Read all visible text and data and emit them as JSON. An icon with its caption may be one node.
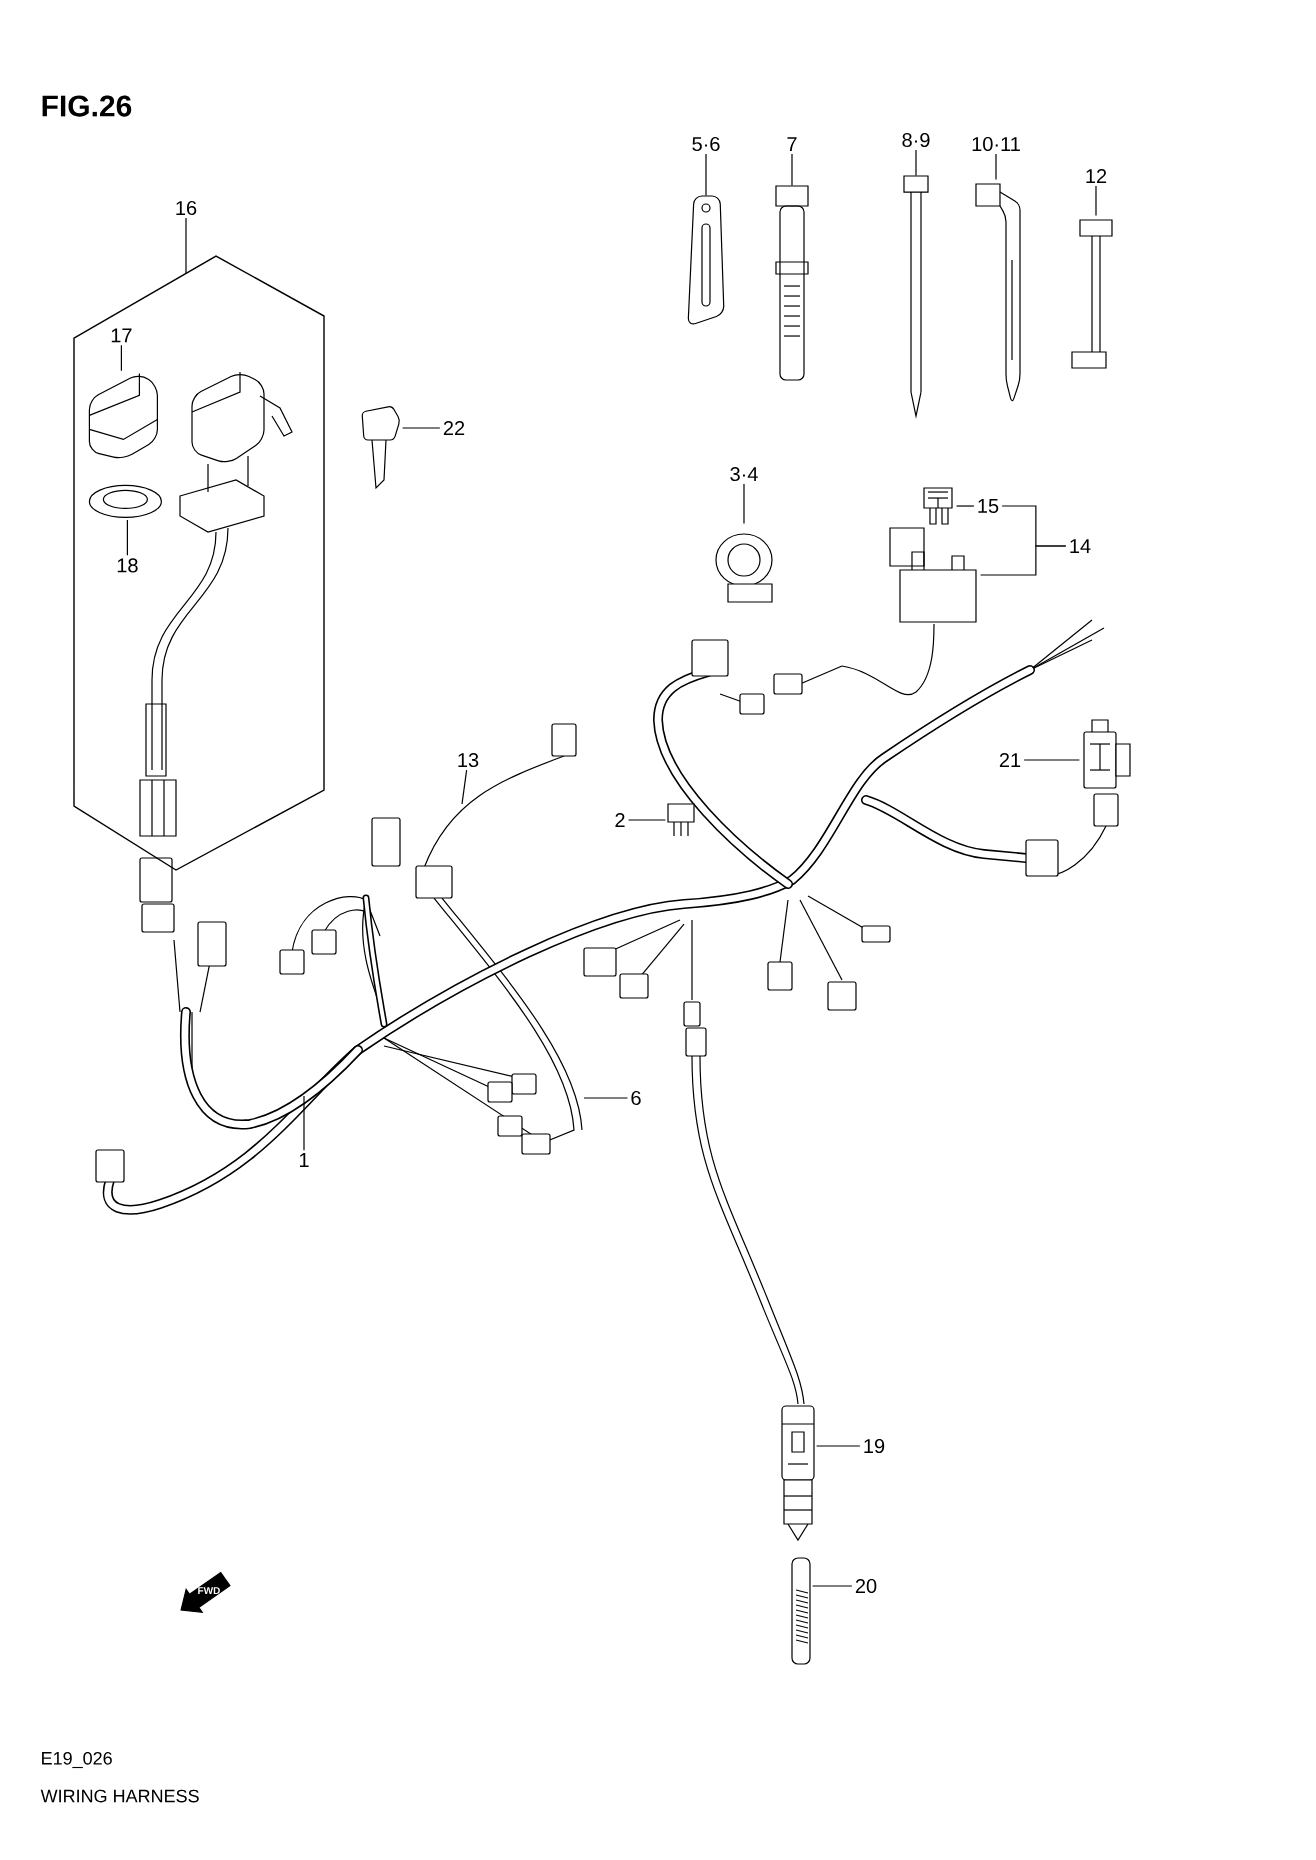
{
  "diagram": {
    "title": "FIG.26",
    "caption": "WIRING HARNESS",
    "nodes": [
      {
        "text": [
          "16"
        ]
      },
      {
        "text": [],
        "shape": "box"
      },
      {
        "text": [
          "17"
        ],
        "in": 1
      },
      {
        "text": [],
        "shape": "picture",
        "in": 1
      },
      {
        "text": [
          "18"
        ],
        "in": 1
      },
      {
        "text": [],
        "shape": "picture",
        "in": 1
      },
      {
        "text": [
          "22"
        ]
      },
      {
        "text": [],
        "shape": "picture"
      },
      {
        "text": [
          "5·6"
        ]
      },
      {
        "text": [],
        "shape": "picture"
      },
      {
        "text": [
          "7"
        ]
      },
      {
        "text": [],
        "shape": "picture"
      },
      {
        "text": [
          "8·9"
        ]
      },
      {
        "text": [],
        "shape": "picture"
      },
      {
        "text": [
          "10·11"
        ]
      },
      {
        "text": [],
        "shape": "picture"
      },
      {
        "text": [
          "12"
        ]
      },
      {
        "text": [],
        "shape": "picture"
      },
      {
        "text": [
          "3·4"
        ]
      },
      {
        "text": [],
        "shape": "picture"
      },
      {
        "text": [
          "15"
        ]
      },
      {
        "text": [],
        "shape": "picture"
      },
      {
        "text": [
          "14"
        ]
      },
      {
        "text": [],
        "shape": "picture"
      },
      {
        "text": [
          "13"
        ]
      },
      {
        "text": [
          "2"
        ]
      },
      {
        "text": [],
        "shape": "picture"
      },
      {
        "text": [
          "21"
        ]
      },
      {
        "text": [],
        "shape": "picture"
      },
      {
        "text": [
          "1"
        ]
      },
      {
        "text": [
          "6"
        ]
      },
      {
        "text": [
          "19"
        ]
      },
      {
        "text": [],
        "shape": "picture"
      },
      {
        "text": [
          "20"
        ]
      },
      {
        "text": [],
        "shape": "picture"
      }
    ],
    "edges": [
      {
        "from": 0,
        "to": 1,
        "arrow": "none"
      },
      {
        "from": 2,
        "to": 3,
        "arrow": "none"
      },
      {
        "from": 4,
        "to": 5,
        "arrow": "none"
      },
      {
        "from": 6,
        "to": 7,
        "arrow": "none"
      },
      {
        "from": 8,
        "to": 9,
        "arrow": "none"
      },
      {
        "from": 10,
        "to": 11,
        "arrow": "none"
      },
      {
        "from": 12,
        "to": 13,
        "arrow": "none"
      },
      {
        "from": 14,
        "to": 15,
        "arrow": "none"
      },
      {
        "from": 16,
        "to": 17,
        "arrow": "none"
      },
      {
        "from": 18,
        "to": 19,
        "arrow": "none"
      },
      {
        "from": 20,
        "to": 21,
        "arrow": "none"
      },
      {
        "from": 22,
        "to": 20,
        "arrow": "none"
      },
      {
        "from": 22,
        "to": 23,
        "arrow": "none"
      },
      {
        "from": 24,
        "to": null,
        "arrow": "none"
      },
      {
        "from": 25,
        "to": 26,
        "arrow": "none"
      },
      {
        "from": 27,
        "to": 28,
        "arrow": "none"
      },
      {
        "from": 29,
        "to": null,
        "arrow": "none"
      },
      {
        "from": 30,
        "to": null,
        "arrow": "none"
      },
      {
        "from": 31,
        "to": 32,
        "arrow": "none"
      },
      {
        "from": 33,
        "to": 34,
        "arrow": "none"
      }
    ],
    "labels": [
      "FWD",
      "E19_026"
    ]
  }
}
